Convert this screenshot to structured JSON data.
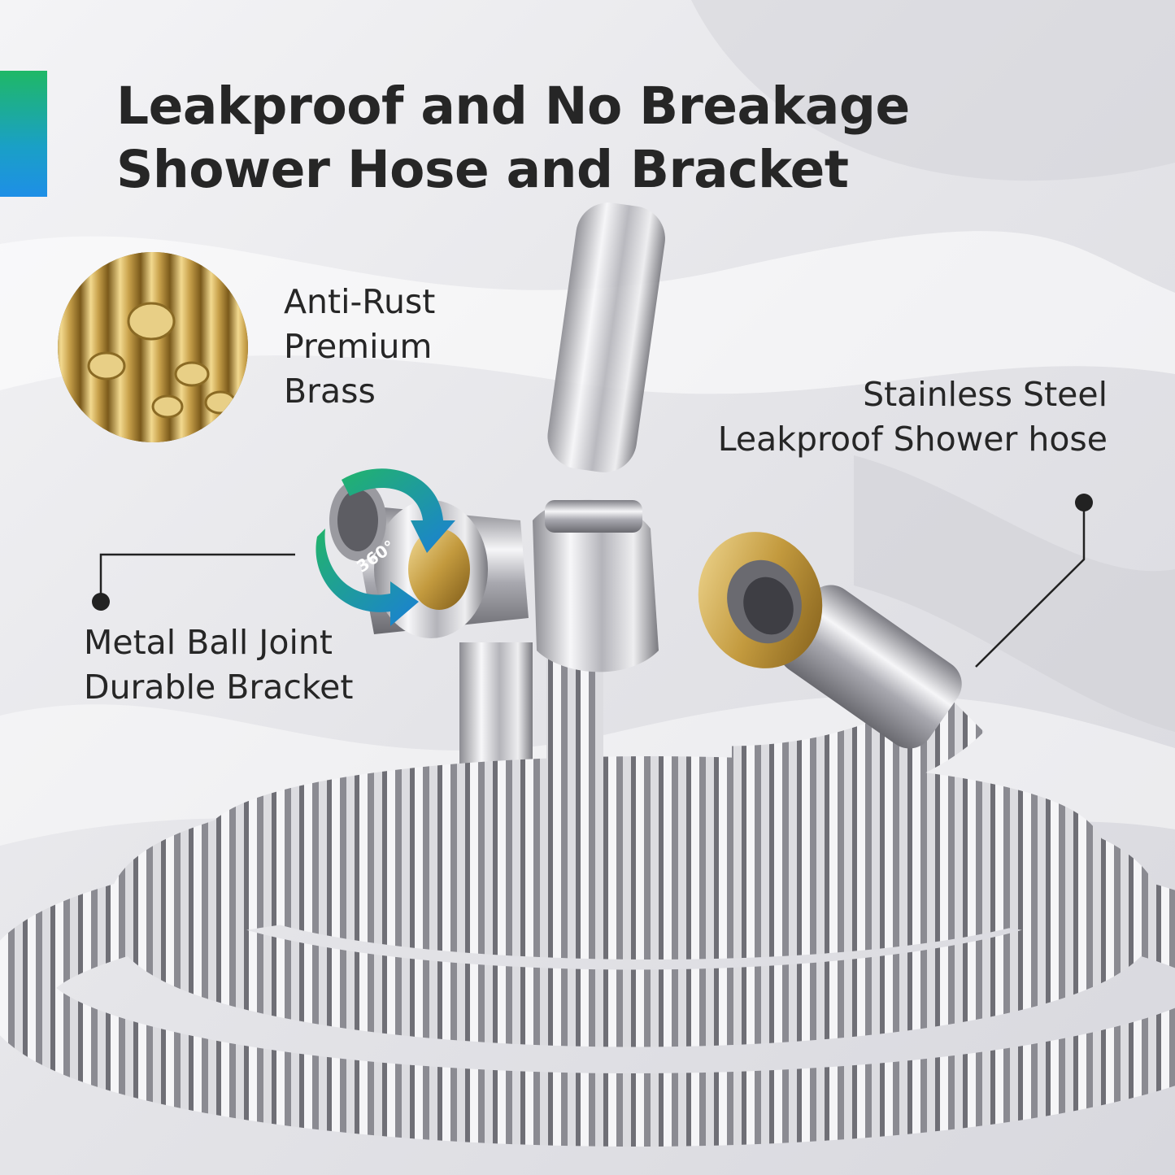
{
  "accent_colors": {
    "bar_top": "#1fb866",
    "bar_bottom": "#1e8fe6",
    "text": "#262626",
    "brass": "#c9a24c",
    "chrome": "#c8c8cc"
  },
  "headline": {
    "line1": "Leakproof and No Breakage",
    "line2": "Shower Hose and Bracket"
  },
  "callouts": {
    "brass": {
      "line1": "Anti-Rust",
      "line2": "Premium",
      "line3": "Brass"
    },
    "hose": {
      "line1": "Stainless Steel",
      "line2": "Leakproof Shower hose"
    },
    "joint": {
      "line1": "Metal Ball Joint",
      "line2": "Durable Bracket"
    }
  },
  "rotation_badge": {
    "label": "360°"
  },
  "icons": [
    "brass-rods-image",
    "ball-joint-bracket-image",
    "rotate-360-icon",
    "steel-hose-coil-image",
    "hose-brass-fitting-image"
  ]
}
